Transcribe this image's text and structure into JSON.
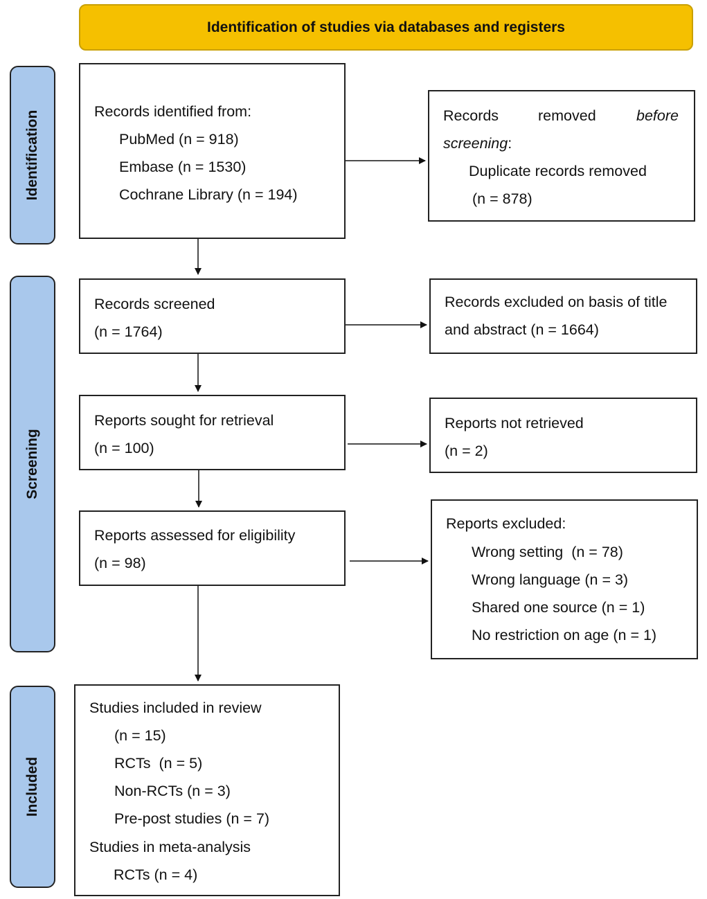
{
  "header": {
    "title": "Identification of studies via databases and registers"
  },
  "phases": {
    "identification": "Identification",
    "screening": "Screening",
    "included": "Included"
  },
  "boxes": {
    "identified": {
      "heading": "Records identified from:",
      "items": [
        "PubMed (n = 918)",
        "Embase (n = 1530)",
        "Cochrane Library (n = 194)"
      ]
    },
    "removed": {
      "word1": "Records",
      "word2": "removed",
      "word3": "before",
      "word4": "screening",
      "colon": ":",
      "detail": "Duplicate records removed",
      "count": "(n = 878)"
    },
    "screened": {
      "label": "Records screened",
      "count": "(n = 1764)"
    },
    "excluded_title": {
      "line1": "Records excluded on basis of title",
      "line2": "and abstract (n = 1664)"
    },
    "sought": {
      "label": "Reports sought for retrieval",
      "count": "(n = 100)"
    },
    "not_retrieved": {
      "label": "Reports not retrieved",
      "count": "(n = 2)"
    },
    "assessed": {
      "label": "Reports assessed for eligibility",
      "count": "(n = 98)"
    },
    "reports_excluded": {
      "heading": "Reports excluded:",
      "items": [
        "Wrong setting  (n = 78)",
        "Wrong language (n = 3)",
        "Shared one source (n = 1)",
        "No restriction on age (n = 1)"
      ]
    },
    "included": {
      "heading": "Studies included in review",
      "items": [
        "(n = 15)",
        "RCTs  (n = 5)",
        "Non-RCTs (n = 3)",
        "Pre-post studies (n = 7)"
      ],
      "meta_heading": "Studies in meta-analysis",
      "meta_items": [
        "RCTs (n = 4)"
      ]
    }
  }
}
